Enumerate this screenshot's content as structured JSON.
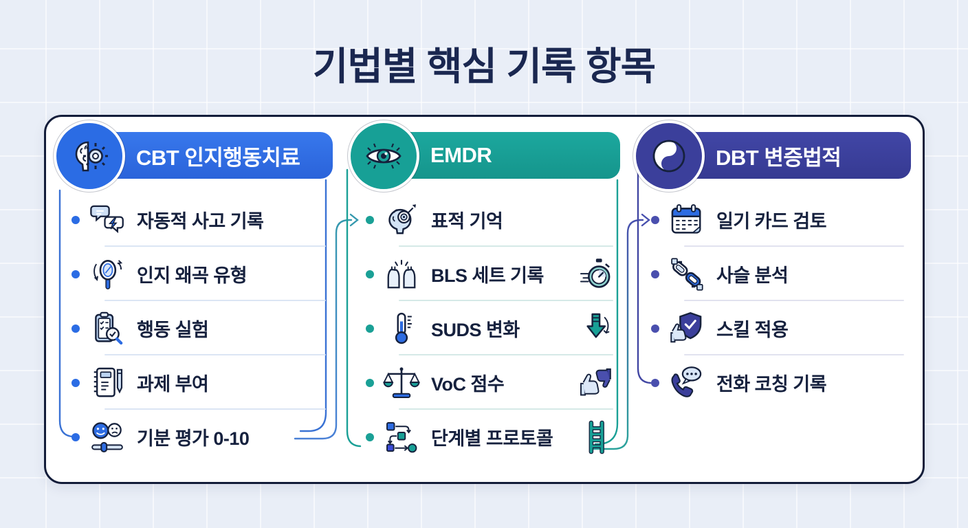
{
  "page": {
    "title": "기법별 핵심 기록 항목"
  },
  "colors": {
    "background": "#e9eef7",
    "card_border": "#131d3a",
    "title_text": "#1a2750",
    "item_text": "#16213e",
    "cbt_accent": "#2b6ce4",
    "emdr_accent": "#17a096",
    "dbt_accent": "#3b3f9b"
  },
  "columns": [
    {
      "id": "cbt",
      "title": "CBT 인지행동치료",
      "header_icon": "brain-gear-icon",
      "items": [
        {
          "label": "자동적 사고 기록",
          "icon": "chat-lightning-icon"
        },
        {
          "label": "인지 왜곡 유형",
          "icon": "hand-mirror-icon"
        },
        {
          "label": "행동 실험",
          "icon": "clipboard-check-icon"
        },
        {
          "label": "과제 부여",
          "icon": "notebook-pen-icon"
        },
        {
          "label": "기분 평가 0-10",
          "icon": "mood-slider-icon"
        }
      ]
    },
    {
      "id": "emdr",
      "title": "EMDR",
      "header_icon": "eye-icon",
      "items": [
        {
          "label": "표적 기억",
          "icon": "brain-target-icon"
        },
        {
          "label": "BLS 세트 기록",
          "icon": "raised-hands-icon",
          "trailing_icon": "stopwatch-icon"
        },
        {
          "label": "SUDS 변화",
          "icon": "thermometer-icon",
          "trailing_icon": "down-arrow-icon"
        },
        {
          "label": "VoC 점수",
          "icon": "balance-scale-icon",
          "trailing_icon": "thumbs-up-down-icon"
        },
        {
          "label": "단계별 프로토콜",
          "icon": "flowchart-icon",
          "trailing_icon": "ladder-icon"
        }
      ]
    },
    {
      "id": "dbt",
      "title": "DBT 변증법적",
      "header_icon": "yin-yang-icon",
      "items": [
        {
          "label": "일기 카드 검토",
          "icon": "diary-calendar-icon"
        },
        {
          "label": "사슬 분석",
          "icon": "chain-icon"
        },
        {
          "label": "스킬 적용",
          "icon": "shield-thumb-icon"
        },
        {
          "label": "전화 코칭 기록",
          "icon": "phone-chat-icon"
        }
      ]
    }
  ]
}
